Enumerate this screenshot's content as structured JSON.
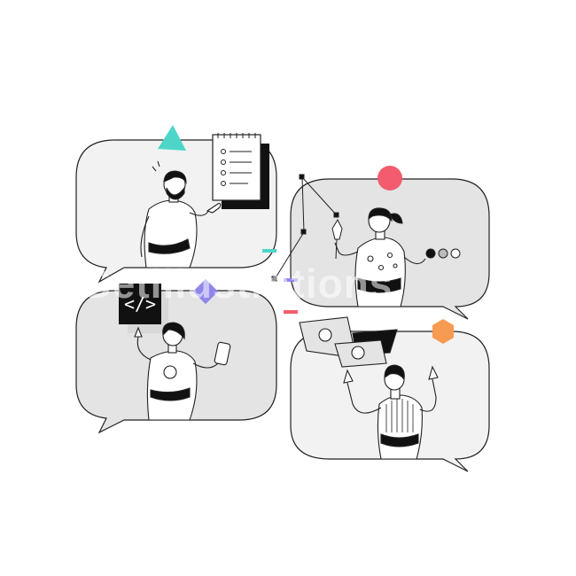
{
  "watermark": {
    "text": "Getillustrations"
  },
  "colors": {
    "bubble_fill": "#f2f2f2",
    "bubble_fill_dark": "#e4e4e4",
    "outline": "#222222",
    "teal": "#4dd6c8",
    "coral": "#f25c6e",
    "purple": "#8f86ea",
    "orange": "#f79a52",
    "dark": "#111111"
  },
  "icons": [
    "triangle-icon",
    "checklist-notepad-icon",
    "circle-icon",
    "vector-pen-tool-icon",
    "code-brackets-icon",
    "diamond-icon",
    "hexagon-icon",
    "image-card-icon",
    "color-dots-icon"
  ],
  "code_icon": {
    "glyph": "</>"
  },
  "people": [
    "bearded-man-pointing",
    "woman-holding-pen-tool",
    "woman-holding-phone",
    "man-raising-hands"
  ]
}
